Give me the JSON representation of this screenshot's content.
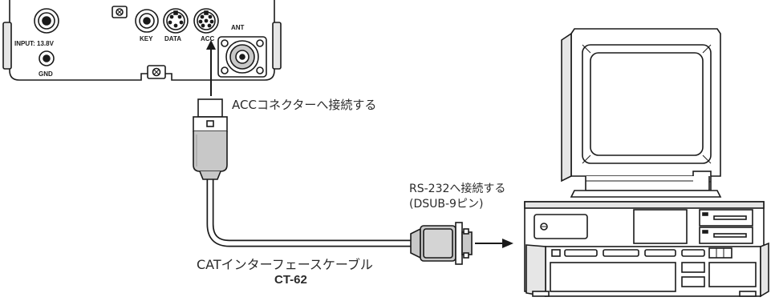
{
  "radio_panel": {
    "input_label": "INPUT: 13.8V",
    "gnd_label": "GND",
    "key_label": "KEY",
    "data_label": "DATA",
    "acc_label": "ACC",
    "ant_label": "ANT"
  },
  "callouts": {
    "acc_connect": "ACCコネクターへ接続する",
    "rs232_line1": "RS-232へ接続する",
    "rs232_line2": "(DSUB-9ピン)",
    "cable_name": "CATインターフェースケーブル",
    "cable_model": "CT-62"
  },
  "colors": {
    "line": "#1a1a1a",
    "shade": "#c8c8c8",
    "dark": "#333333"
  }
}
